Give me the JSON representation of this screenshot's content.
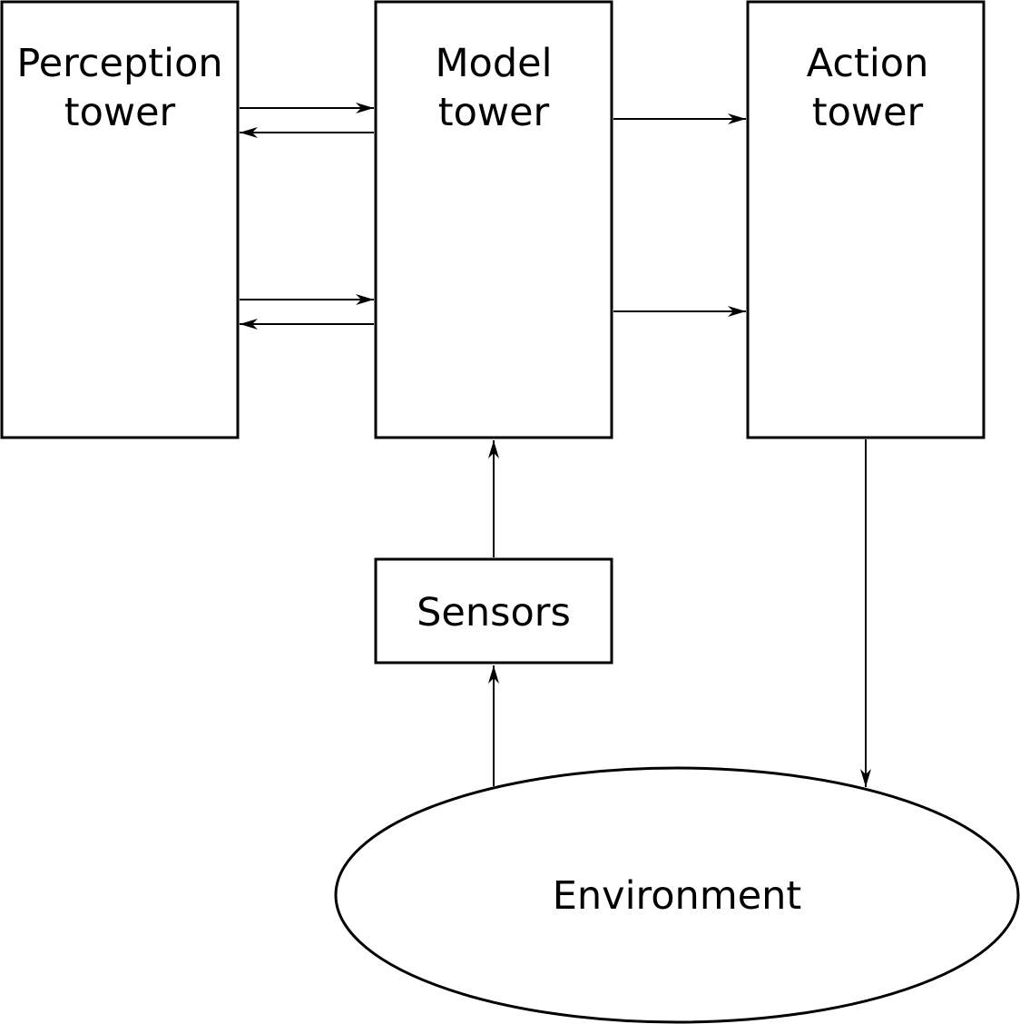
{
  "diagram": {
    "nodes": {
      "perception": {
        "line1": "Perception",
        "line2": "tower"
      },
      "model": {
        "line1": "Model",
        "line2": "tower"
      },
      "action": {
        "line1": "Action",
        "line2": "tower"
      },
      "sensors": {
        "label": "Sensors"
      },
      "environment": {
        "label": "Environment"
      }
    },
    "edges": [
      {
        "from": "perception",
        "to": "model"
      },
      {
        "from": "model",
        "to": "perception"
      },
      {
        "from": "perception",
        "to": "model"
      },
      {
        "from": "model",
        "to": "perception"
      },
      {
        "from": "model",
        "to": "action"
      },
      {
        "from": "model",
        "to": "action"
      },
      {
        "from": "sensors",
        "to": "model"
      },
      {
        "from": "environment",
        "to": "sensors"
      },
      {
        "from": "action",
        "to": "environment"
      }
    ]
  }
}
